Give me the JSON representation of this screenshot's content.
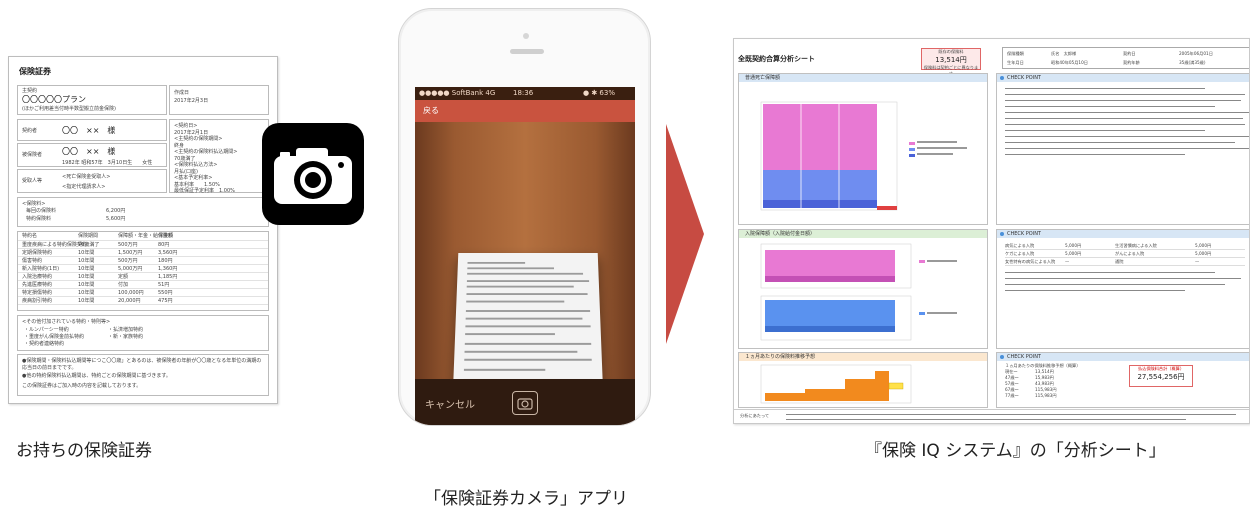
{
  "captions": {
    "left": "お持ちの保険証券",
    "middle": "「保険証券カメラ」アプリ",
    "right": "『保険 IQ システム』の「分析シート」"
  },
  "certificate": {
    "title": "保険証券",
    "plan_label": "主契約",
    "plan_name": "〇〇〇〇〇プラン",
    "plan_sub": "(ほかご利用差当付時半数型搬立前金保険)",
    "date_label": "作成日",
    "date_value": "2017年2月3日",
    "holder_label": "契約者",
    "holder_name": "〇〇　××　様",
    "insured_label": "被保険者",
    "insured_name": "〇〇　××　様",
    "insured_birth": "1982年 昭和57年　3月10日生　　女性",
    "beneficiary_label": "受取人等",
    "beneficiary_1": "<死亡保険金受取人>",
    "beneficiary_2": "<指定代理請求人>",
    "side_notes": [
      "<契約日>",
      "2017年2月1日",
      "<主契約の保険期間>",
      "終身",
      "<主契約の保険料払込期間>",
      "70歳満了",
      "<保険料払込方法>",
      "月払(口座)",
      "<基本予定利率>",
      "基本利率　　1.50%",
      "最低保証予定利率　1.00%"
    ],
    "premium_label": "<保険料>",
    "premium_rows": [
      [
        "毎回の保険料",
        "6,200円"
      ],
      [
        "特約保険料",
        "5,600円"
      ]
    ],
    "table_headers": [
      "特約名",
      "保険期間",
      "保障額・年金・給付金額",
      "保険料"
    ],
    "table_rows": [
      [
        "重度疾病による特約保険契約",
        "70歳満了",
        "500万円",
        "80円"
      ],
      [
        "定期保険特約",
        "10年間",
        "1,500万円",
        "3,560円"
      ],
      [
        "傷害特約",
        "10年間",
        "500万円",
        "180円"
      ],
      [
        "新入院特約(1日)",
        "10年間",
        "5,000万円",
        "1,360円"
      ],
      [
        "入院治療特約",
        "10年間",
        "定額",
        "1,185円"
      ],
      [
        "先進医療特約",
        "10年間",
        "付加",
        "51円"
      ],
      [
        "特定損傷特約",
        "10年間",
        "100,000円",
        "550円"
      ],
      [
        "疾病割引特約",
        "10年間",
        "20,000円",
        "475円"
      ]
    ],
    "rider_title": "<その他付加されている特約・特則等>",
    "riders": [
      "・ルンパーシー特約",
      "・払済増加特約",
      "・重度がん保険金前払特約",
      "・新・家族特約",
      "・契約者連絡特約"
    ],
    "footnote_1": "●保険期間・保険料払込期間等につこ〇〇歳」とあるのは、被保険者の年齢が〇〇歳となる年単位の満期の応当日の前日までです。",
    "footnote_2": "●他の特約保険料払込期間は、特約ごとの保険期間に基づきます。",
    "footnote_3": "この保険証券はご加入時の内容を記載しております。"
  },
  "phone": {
    "carrier": "●●●●● SoftBank 4G",
    "time": "18:36",
    "battery": "● ✱ 63%",
    "top_label": "戻る",
    "cancel_label": "キャンセル"
  },
  "sheet": {
    "title": "全既契約合算分析シート",
    "premium_caption": "既存の保険料",
    "premium_value": "13,514円",
    "premium_note": "保険料は契約ごとに異なります",
    "info_items": [
      "保険種類",
      "氏名　太郎様",
      "契約日",
      "2005年06月01日",
      "生年月日",
      "昭和40年05月10日",
      "契約年齢",
      "35歳(満35歳)"
    ],
    "panel_1_title": "普通死亡保障額",
    "panel_2_title": "入院保障額（入院給付金日額）",
    "panel_3_title": "１ヵ月あたりの保険料推移予想",
    "check_title": "CHECK POINT",
    "check_grid": [
      [
        "病気による入院",
        "5,000円",
        "生活習慣病による入院",
        "5,000円"
      ],
      [
        "ケガによる入院",
        "5,000円",
        "がんによる入院",
        "5,000円"
      ],
      [
        "女性特有の病気による入院",
        "—",
        "通院",
        "—"
      ]
    ],
    "monthly_label": "１ヵ月あたりの保険料推移予想（概算）",
    "monthly_rows": [
      [
        "現在〜",
        "13,514円"
      ],
      [
        "47歳〜",
        "15,983円"
      ],
      [
        "57歳〜",
        "43,983円"
      ],
      [
        "67歳〜",
        "115,983円"
      ],
      [
        "77歳〜",
        "115,983円"
      ]
    ],
    "total_caption": "払込保険料合計（概算）",
    "total_value": "27,554,256円",
    "footer_left": "分析にあたって"
  },
  "colors": {
    "arrow": "#c74b42",
    "camera_bg": "#000000",
    "magenta": "#e879d3",
    "blue": "#5a7ee8",
    "orange": "#f28a1e"
  }
}
